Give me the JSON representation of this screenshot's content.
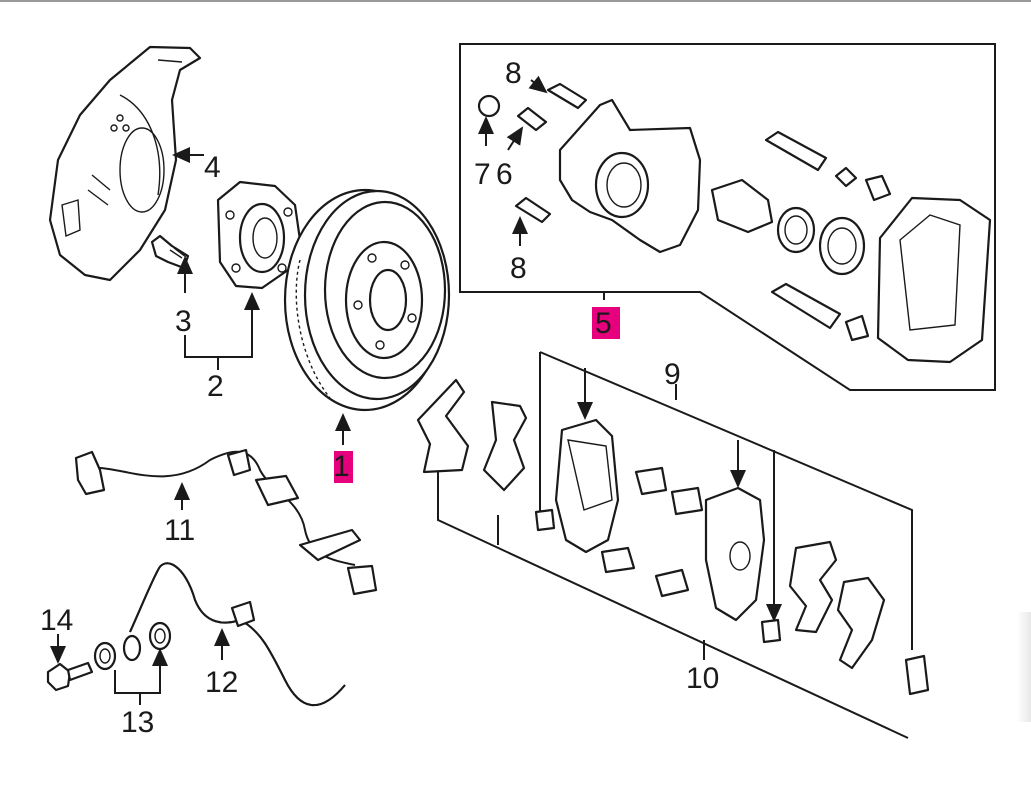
{
  "labels": {
    "p1": "1",
    "p2": "2",
    "p3": "3",
    "p4": "4",
    "p5": "5",
    "p6": "6",
    "p7": "7",
    "p8a": "8",
    "p8b": "8",
    "p9": "9",
    "p10": "10",
    "p11": "11",
    "p12": "12",
    "p13": "13",
    "p14": "14"
  },
  "colors": {
    "highlight": "#e6007e",
    "line": "#1a1a1a",
    "background": "#ffffff"
  }
}
